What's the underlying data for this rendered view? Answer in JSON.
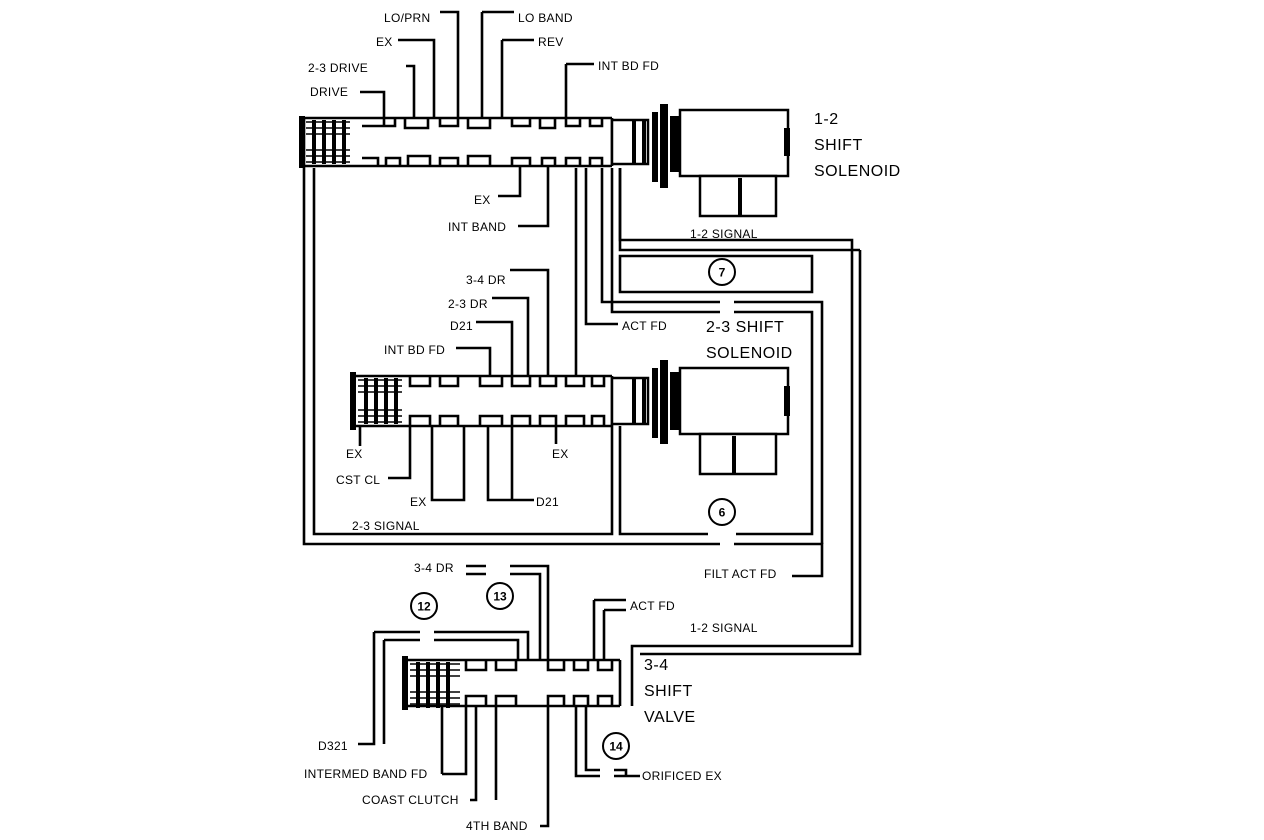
{
  "components": {
    "shift_solenoid_1_2": {
      "lines": [
        "1-2",
        "SHIFT",
        "SOLENOID"
      ]
    },
    "shift_solenoid_2_3": {
      "lines": [
        "2-3 SHIFT",
        "SOLENOID"
      ]
    },
    "shift_valve_3_4": {
      "lines": [
        "3-4",
        "SHIFT",
        "VALVE"
      ]
    }
  },
  "labels": {
    "lo_prn": "LO/PRN",
    "lo_band": "LO BAND",
    "ex_top": "EX",
    "rev": "REV",
    "drive_2_3": "2-3 DRIVE",
    "int_bd_fd_top": "INT BD FD",
    "drive": "DRIVE",
    "ex_1_2_lower": "EX",
    "int_band": "INT BAND",
    "signal_1_2_top": "1-2 SIGNAL",
    "dr_3_4_mid": "3-4 DR",
    "dr_2_3": "2-3 DR",
    "d21_upper": "D21",
    "int_bd_fd_mid": "INT BD FD",
    "act_fd_mid": "ACT FD",
    "ex_2_3_left": "EX",
    "ex_2_3_right": "EX",
    "cst_cl": "CST CL",
    "ex_2_3_mid": "EX",
    "d21_lower": "D21",
    "signal_2_3": "2-3 SIGNAL",
    "dr_3_4_low": "3-4 DR",
    "filt_act_fd": "FILT ACT FD",
    "act_fd_low": "ACT FD",
    "signal_1_2_low": "1-2 SIGNAL",
    "d321": "D321",
    "intermed_band_fd": "INTERMED BAND FD",
    "coast_clutch": "COAST CLUTCH",
    "band_4th": "4TH BAND",
    "orificed_ex": "ORIFICED EX"
  },
  "orifices": {
    "o7": "7",
    "o6": "6",
    "o12": "12",
    "o13": "13",
    "o14": "14"
  }
}
